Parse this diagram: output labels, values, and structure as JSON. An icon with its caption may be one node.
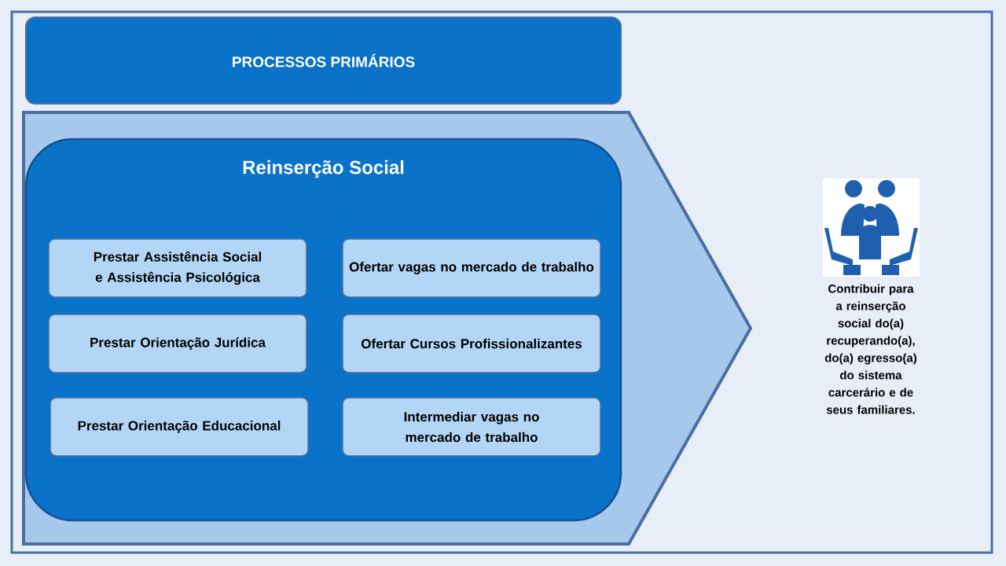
{
  "diagram": {
    "nodes": [
      {
        "text": [
          "PROCESSOS PRIMÁRIOS"
        ]
      },
      {
        "text": [],
        "shape": "chevron"
      },
      {
        "text": [
          "Reinserção Social"
        ],
        "in": 1
      },
      {
        "text": [
          "Prestar Assistência Social e Assistência Psicológica"
        ],
        "in": 2
      },
      {
        "text": [
          "Ofertar vagas no mercado de trabalho"
        ],
        "in": 2
      },
      {
        "text": [
          "Prestar Orientação Jurídica"
        ],
        "in": 2
      },
      {
        "text": [
          "Ofertar Cursos Profissionalizantes"
        ],
        "in": 2
      },
      {
        "text": [
          "Prestar Orientação Educacional"
        ],
        "in": 2
      },
      {
        "text": [
          "Intermediar vagas no mercado de trabalho"
        ],
        "in": 2
      }
    ],
    "labels": [
      "Contribuir para a reinserção social do(a) recuperando(a), do(a) egresso(a) do sistema carcerário e de seus familiares."
    ]
  }
}
